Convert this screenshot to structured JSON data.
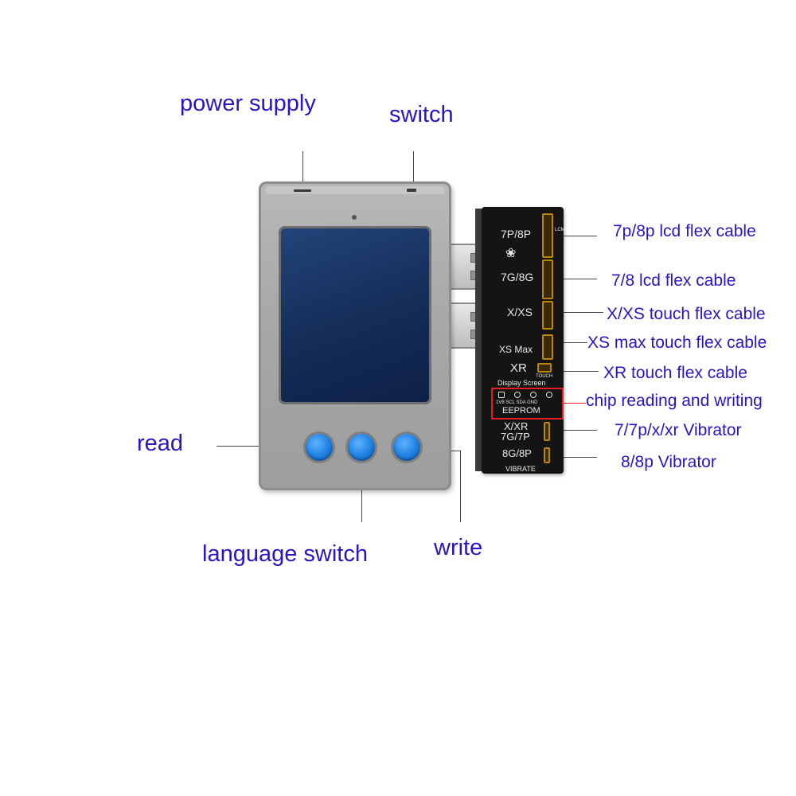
{
  "labels": {
    "power_supply": "power supply",
    "switch": "switch",
    "read": "read",
    "language_switch": "language switch",
    "write": "write",
    "lcd_7p8p": "7p/8p lcd flex cable",
    "lcd_78": "7/8 lcd flex cable",
    "touch_xxs": "X/XS touch  flex cable",
    "touch_xsmax": "XS max touch flex cable",
    "touch_xr": "XR touch flex cable",
    "chip": "chip reading and writing",
    "vib_77p": "7/7p/x/xr Vibrator",
    "vib_88p": "8/8p Vibrator"
  },
  "pcb": {
    "row1": "7P/8P",
    "row2": "7G/8G",
    "row3": "X/XS",
    "row4": "XS Max",
    "row5": "XR",
    "touch": "TOUCH",
    "display_screen": "Display Screen",
    "pin_labels": "1V8  SCL  SDA  GND",
    "eeprom": "EEPROM",
    "vib1a": "X/XR",
    "vib1b": "7G/7P",
    "vib2": "8G/8P",
    "vibrate": "VIBRATE",
    "lcm": "LCM"
  },
  "colors": {
    "label": "#2a14c8",
    "button": "#1e7fe0",
    "highlight": "#e51c23"
  }
}
